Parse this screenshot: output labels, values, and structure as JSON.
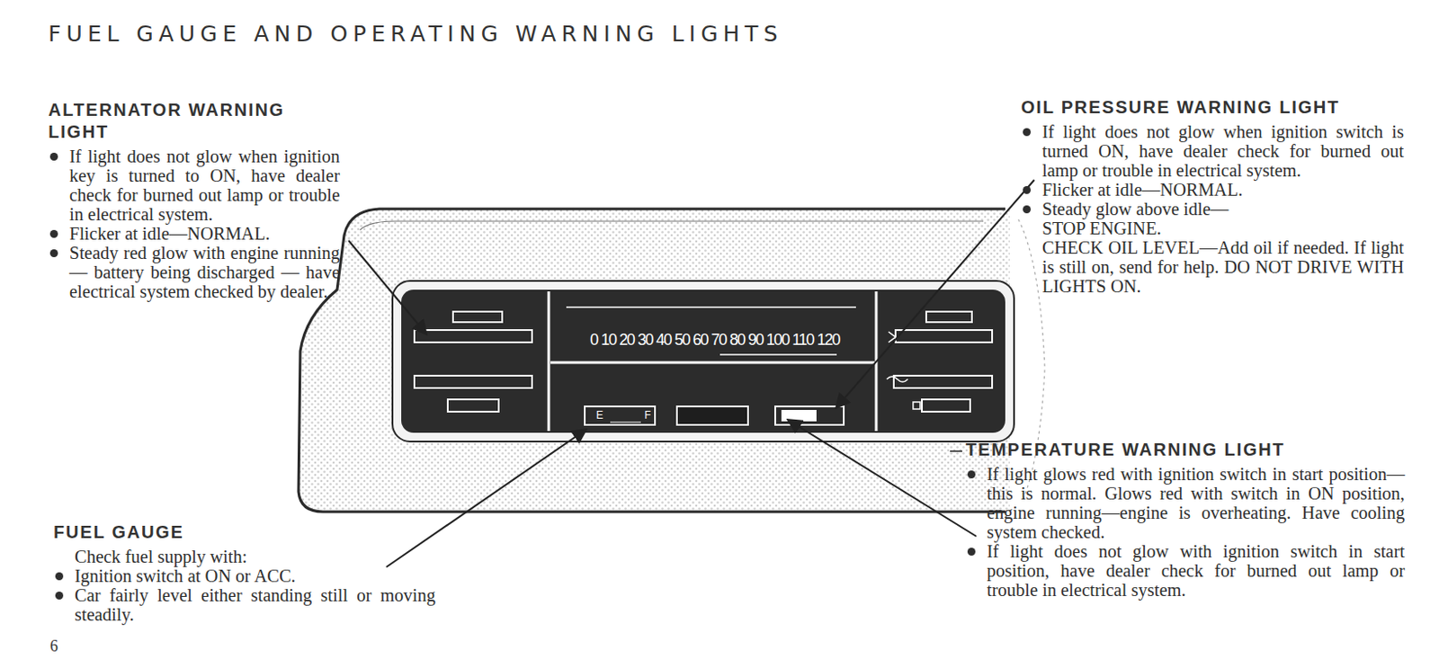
{
  "diagram": {
    "title": "FUEL GAUGE AND OPERATING WARNING LIGHTS",
    "labels": [
      "ALTERNATOR WARNING LIGHT",
      "If light does not glow when ignition key is turned to ON, have dealer check for burned out lamp or trouble in electrical system.",
      "Flicker at idle—NORMAL.",
      "Steady red glow with engine running — battery being discharged — have electrical system checked by dealer.",
      "OIL PRESSURE WARNING LIGHT",
      "If light does not glow when ignition switch is turned ON, have dealer check for burned out lamp or trouble in electrical system.",
      "Flicker at idle—NORMAL.",
      "Steady glow above idle—",
      "STOP ENGINE.",
      "CHECK OIL LEVEL—Add oil if needed. If light is still on, send for help. DO NOT DRIVE WITH LIGHTS ON.",
      "TEMPERATURE WARNING LIGHT",
      "If light glows red with ignition switch in start position—this is normal. Glows red with switch in ON position, engine running—engine is overheating. Have cooling system checked.",
      "If light does not glow with ignition switch in start position, have dealer check for burned out lamp or trouble in electrical system.",
      "FUEL GAUGE",
      "Check fuel supply with:",
      "Ignition switch at ON or ACC.",
      "Car fairly level either standing still or moving steadily.",
      "0",
      "10",
      "20",
      "30",
      "40",
      "50",
      "60",
      "70",
      "80",
      "90",
      "100",
      "110",
      "120",
      "E",
      "F",
      "6"
    ]
  }
}
